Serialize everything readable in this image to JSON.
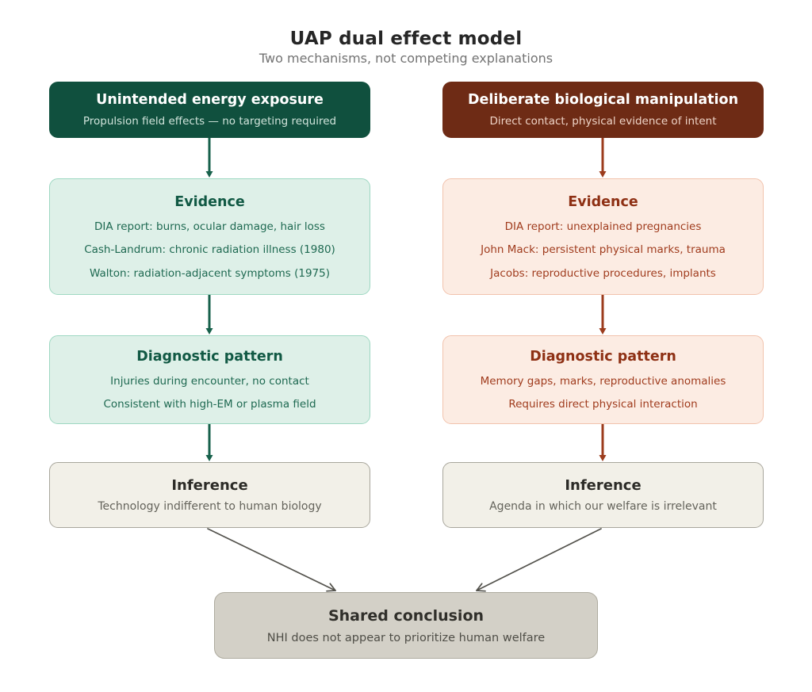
{
  "page": {
    "title": "UAP dual effect model",
    "subtitle": "Two mechanisms, not competing explanations"
  },
  "columns": [
    {
      "name": "unintended-energy-exposure",
      "accent": "#10503e",
      "fill": "#def0e8",
      "border": "#9ed8c2",
      "text_color": "#1e6951",
      "header": {
        "title": "Unintended energy exposure",
        "subtitle": "Propulsion field effects — no targeting required"
      },
      "evidence": {
        "heading": "Evidence",
        "items": [
          "DIA report: burns, ocular damage, hair loss",
          "Cash-Landrum: chronic radiation illness (1980)",
          "Walton: radiation-adjacent symptoms (1975)"
        ]
      },
      "diagnostic": {
        "heading": "Diagnostic pattern",
        "items": [
          "Injuries during encounter, no contact",
          "Consistent with high-EM or plasma field"
        ]
      },
      "inference": {
        "heading": "Inference",
        "text": "Technology indifferent to human biology"
      }
    },
    {
      "name": "deliberate-biological-manipulation",
      "accent": "#6e2b15",
      "fill": "#fcece3",
      "border": "#f2c3ad",
      "text_color": "#a03c1e",
      "header": {
        "title": "Deliberate biological manipulation",
        "subtitle": "Direct contact, physical evidence of intent"
      },
      "evidence": {
        "heading": "Evidence",
        "items": [
          "DIA report: unexplained pregnancies",
          "John Mack: persistent physical marks, trauma",
          "Jacobs: reproductive procedures, implants"
        ]
      },
      "diagnostic": {
        "heading": "Diagnostic pattern",
        "items": [
          "Memory gaps, marks, reproductive anomalies",
          "Requires direct physical interaction"
        ]
      },
      "inference": {
        "heading": "Inference",
        "text": "Agenda in which our welfare is irrelevant"
      }
    }
  ],
  "conclusion": {
    "heading": "Shared conclusion",
    "text": "NHI does not appear to prioritize human welfare"
  },
  "colors": {
    "left_arrow": "#17614b",
    "right_arrow": "#9c3c1d",
    "diagonal_arrow": "#53524c",
    "neutral_fill": "#f2f0e8",
    "neutral_border": "#a8a69c",
    "conclusion_fill": "#d3d0c7"
  }
}
